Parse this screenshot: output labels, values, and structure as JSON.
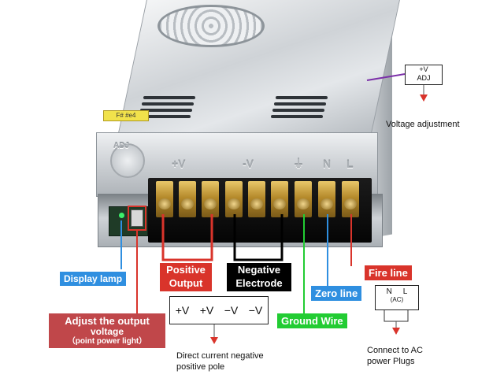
{
  "psu": {
    "label_strip": "F# #e4",
    "front_labels": {
      "adj": "ADJ",
      "plus_v": "+V",
      "minus_v": "-V",
      "ground": "⏚",
      "neutral": "N",
      "line": "L"
    }
  },
  "callouts": {
    "display_lamp": "Display lamp",
    "adjust_output_line1": "Adjust the output",
    "adjust_output_line2": "voltage",
    "adjust_output_line3": "（point power light）",
    "positive_output_line1": "Positive",
    "positive_output_line2": "Output",
    "negative_electrode_line1": "Negative",
    "negative_electrode_line2": "Electrode",
    "ground_wire": "Ground Wire",
    "zero_line": "Zero line",
    "fire_line": "Fire line"
  },
  "adj_schematic": {
    "line1": "+V",
    "line2": "ADJ",
    "caption": "Voltage adjustment"
  },
  "dc_schematic": {
    "terminals": [
      "+V",
      "+V",
      "−V",
      "−V"
    ],
    "caption_line1": "Direct current negative",
    "caption_line2": "positive pole"
  },
  "ac_schematic": {
    "n_label": "N",
    "l_label": "L",
    "ac_label": "(AC)",
    "caption_line1": "Connect to AC",
    "caption_line2": "power Plugs"
  },
  "colors": {
    "red": "#d9342b",
    "green": "#22cc33",
    "blue": "#2f8fe0",
    "purple": "#7b2fa8",
    "black": "#000000",
    "adjust_box": "#c0474a"
  }
}
